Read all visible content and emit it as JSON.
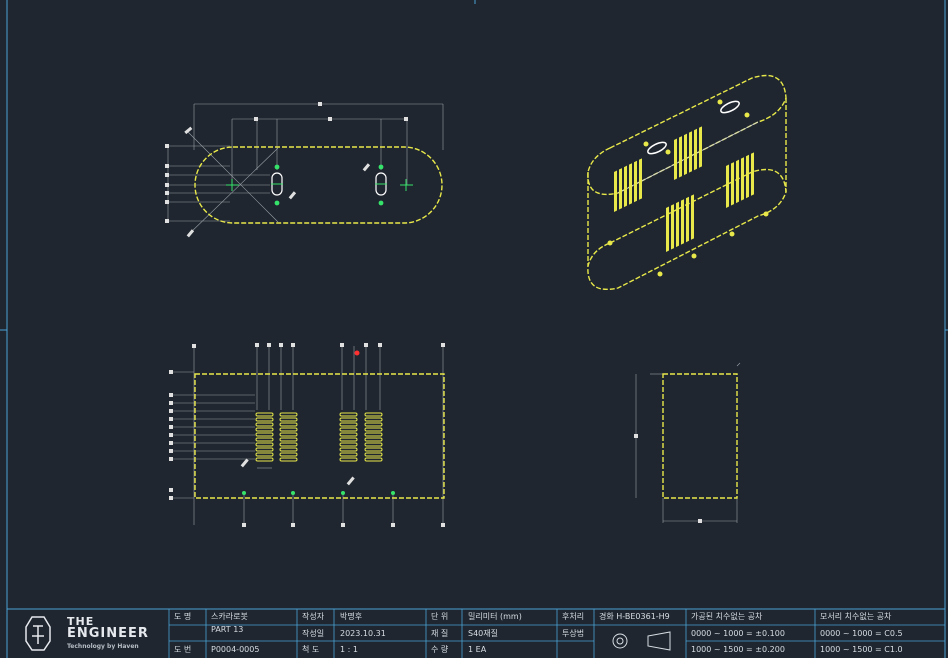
{
  "colors": {
    "background": "#1f262f",
    "frame": "#4aa3d6",
    "outline": "#e8e84a",
    "green_mark": "#36e36a",
    "red_mark": "#ff3030",
    "dimension": "#cfd3d8"
  },
  "logo": {
    "name": "THE ENGINEER",
    "line1": "THE",
    "line2": "ENGINEER",
    "tagline": "Technology by Haven",
    "icon": "engineer-logo-icon"
  },
  "title_block": {
    "drawing_name_label": "도 명",
    "drawing_name_1": "스카라로봇",
    "drawing_name_2": "PART 13",
    "drawing_no_label": "도 번",
    "drawing_no": "P0004-0005",
    "author_label": "작성자",
    "author": "박명후",
    "date_label": "작성일",
    "date": "2023.10.31",
    "scale_label": "척 도",
    "scale": "1 : 1",
    "unit_label": "단 위",
    "unit": "밀리미터 (mm)",
    "material_label": "재 질",
    "material": "S40재질",
    "qty_label": "수 량",
    "qty": "1 EA",
    "post_label": "후처리",
    "post_value": "경화 H-BE0361-H9",
    "projection_label": "투상법",
    "tol1_title": "가공된 치수없는 공차",
    "tol1_row1": "0000 ~ 1000 = ±0.100",
    "tol1_row2": "1000 ~ 1500 = ±0.200",
    "tol2_title": "모서리 치수없는 공차",
    "tol2_row1": "0000 ~ 1000 = C0.5",
    "tol2_row2": "1000 ~ 1500 = C1.0"
  }
}
